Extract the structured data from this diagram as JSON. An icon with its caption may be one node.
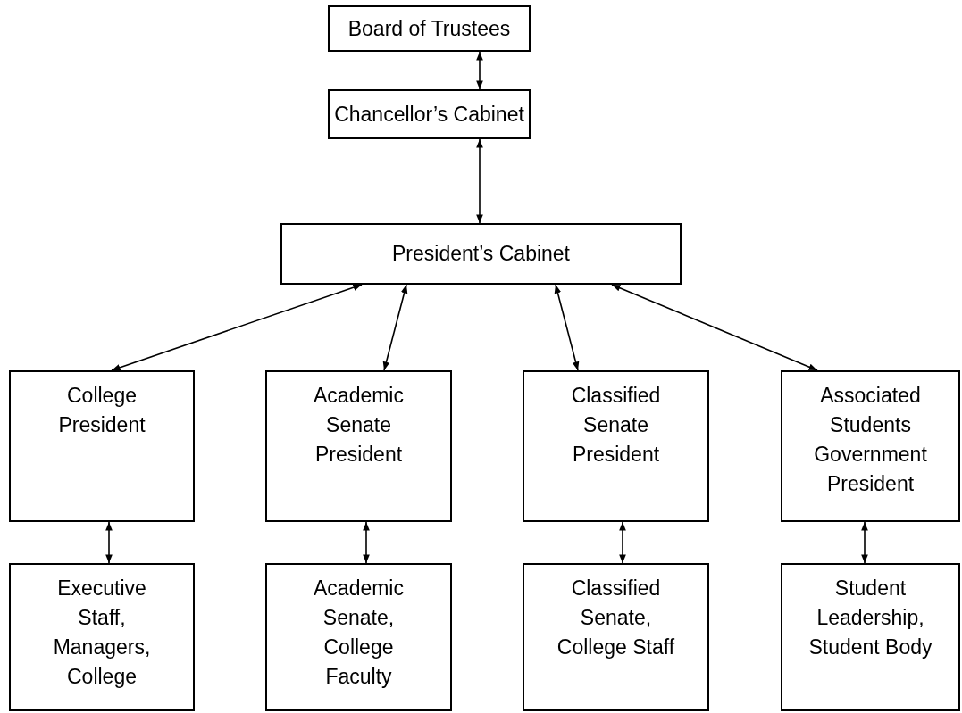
{
  "diagram": {
    "nodes": [
      {
        "text": [
          "Board of Trustees"
        ]
      },
      {
        "text": [
          "Chancellor’s Cabinet"
        ]
      },
      {
        "text": [
          "President’s Cabinet"
        ]
      },
      {
        "text": [
          "College President"
        ]
      },
      {
        "text": [
          "Academic Senate President"
        ]
      },
      {
        "text": [
          "Classified Senate President"
        ]
      },
      {
        "text": [
          "Associated Students Government President"
        ]
      },
      {
        "text": [
          "Executive Staff, Managers, College"
        ]
      },
      {
        "text": [
          "Academic Senate, College Faculty"
        ]
      },
      {
        "text": [
          "Classified Senate, College Staff"
        ]
      },
      {
        "text": [
          "Student Leadership, Student Body"
        ]
      }
    ],
    "edges": [
      {
        "from": 0,
        "to": 1,
        "arrow": "both"
      },
      {
        "from": 1,
        "to": 2,
        "arrow": "both"
      },
      {
        "from": 2,
        "to": 3,
        "arrow": "both"
      },
      {
        "from": 2,
        "to": 4,
        "arrow": "both"
      },
      {
        "from": 2,
        "to": 5,
        "arrow": "both"
      },
      {
        "from": 2,
        "to": 6,
        "arrow": "both"
      },
      {
        "from": 3,
        "to": 7,
        "arrow": "both"
      },
      {
        "from": 4,
        "to": 8,
        "arrow": "both"
      },
      {
        "from": 5,
        "to": 9,
        "arrow": "both"
      },
      {
        "from": 6,
        "to": 10,
        "arrow": "both"
      }
    ]
  }
}
